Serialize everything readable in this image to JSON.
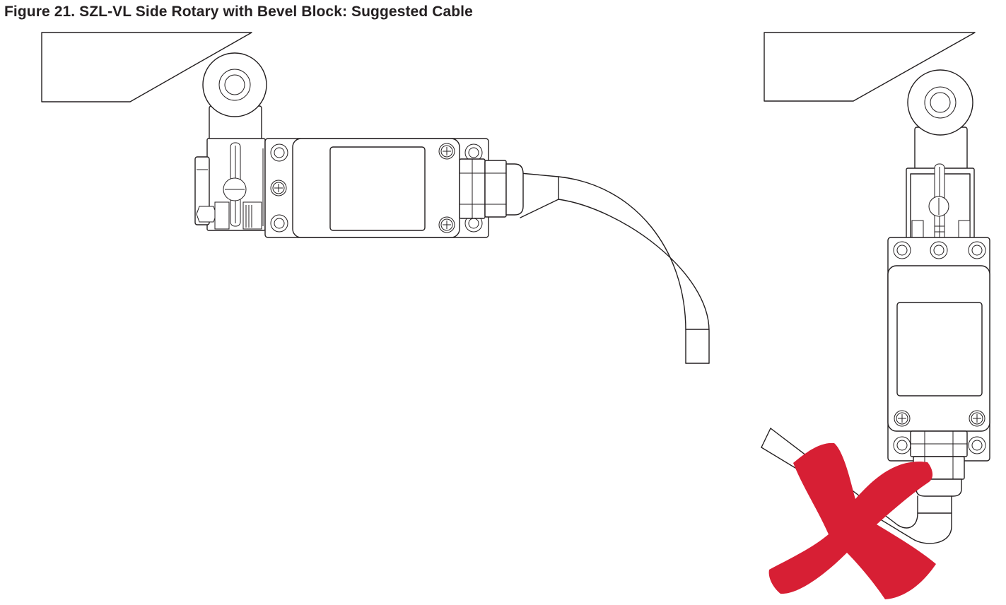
{
  "figure": {
    "title": "Figure 21. SZL-VL Side Rotary with Bevel Block: Suggested Cable"
  },
  "colors": {
    "line": "#231f20",
    "cross_mark": "#d71f34",
    "background": "#ffffff"
  },
  "panels": [
    {
      "name": "suggested-routing",
      "status": "correct"
    },
    {
      "name": "not-recommended-routing",
      "status": "incorrect",
      "icon": "red-x-icon"
    }
  ]
}
